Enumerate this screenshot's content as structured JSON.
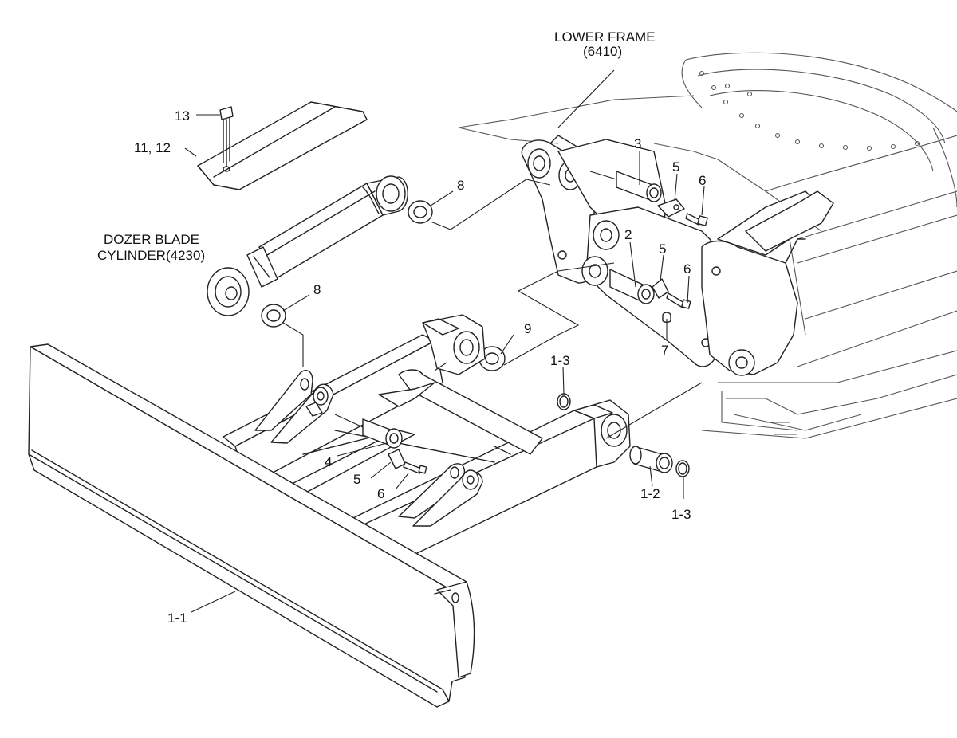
{
  "callouts": {
    "lower_frame": "LOWER FRAME",
    "lower_frame_code": "(6410)",
    "dozer_cylinder_1": "DOZER BLADE",
    "dozer_cylinder_2": "CYLINDER(4230)",
    "p13": "13",
    "p11_12": "11, 12",
    "p8_top": "8",
    "p8_left": "8",
    "p3": "3",
    "p5_top": "5",
    "p6_top": "6",
    "p2": "2",
    "p5_mid": "5",
    "p6_mid": "6",
    "p7": "7",
    "p9": "9",
    "p1_3_top": "1-3",
    "p4": "4",
    "p5_low": "5",
    "p6_low": "6",
    "p1_2": "1-2",
    "p1_3_low": "1-3",
    "p1_1": "1-1"
  },
  "colors": {
    "line": "#222222",
    "background": "#ffffff",
    "text": "#111111"
  }
}
